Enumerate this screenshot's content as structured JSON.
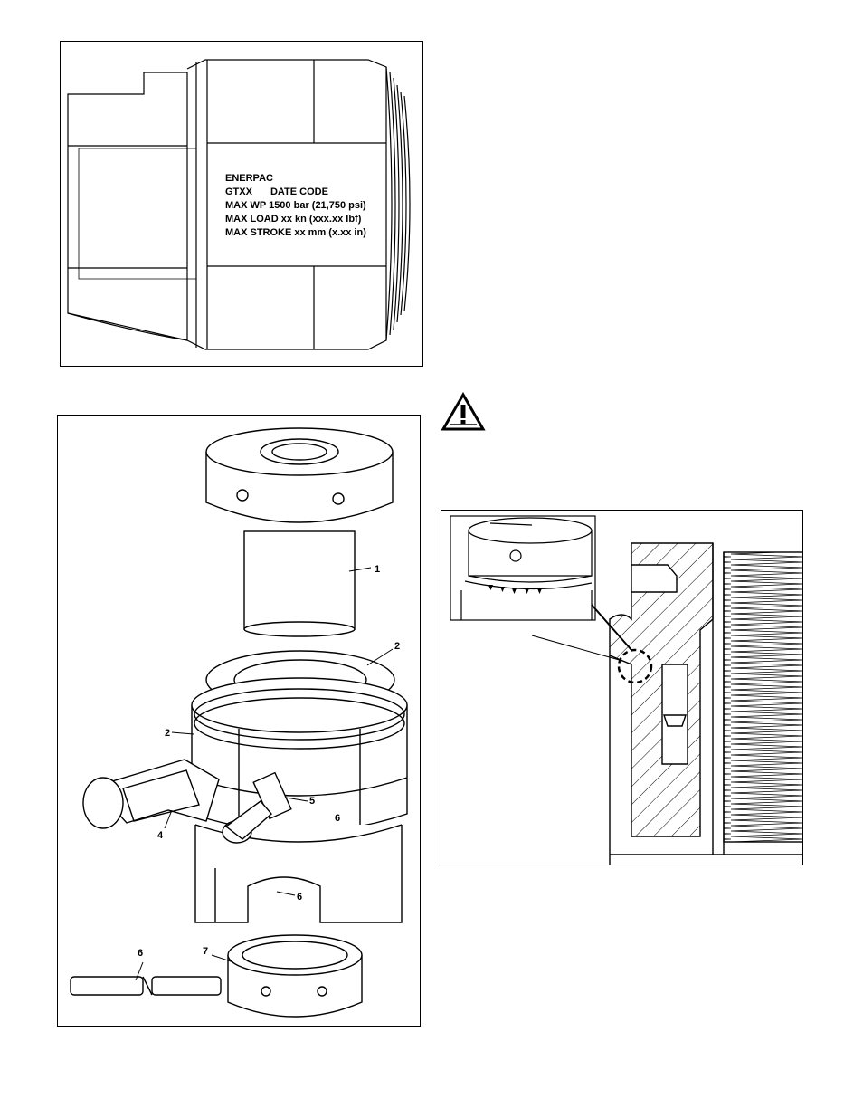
{
  "figure_label": {
    "plate_lines": {
      "brand": "ENERPAC",
      "model": "GTXX",
      "date_code": "DATE CODE",
      "max_wp": "MAX WP 1500 bar (21,750 psi)",
      "max_load": "MAX LOAD xx kn (xxx.xx lbf)",
      "max_stroke": "MAX STROKE xx mm (x.xx in)"
    }
  },
  "figure_exploded": {
    "callouts": [
      "1",
      "2",
      "2",
      "4",
      "5",
      "6",
      "6",
      "6",
      "7"
    ]
  },
  "warning_icon": "warning-triangle-icon"
}
